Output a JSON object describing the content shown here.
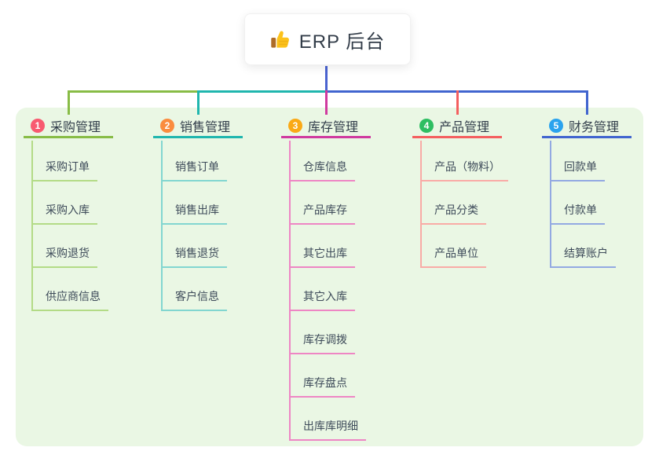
{
  "root": {
    "label": "ERP 后台",
    "icon": "thumbs-up",
    "stem_color": "#4A63D0"
  },
  "canvas": {
    "background": "#FFFFFF",
    "panel_color": "#EAF7E4"
  },
  "branches": [
    {
      "number": "1",
      "label": "采购管理",
      "badge_color": "#F85A70",
      "line_color": "#88BC46",
      "light_color": "#B3DB86",
      "children": [
        "采购订单",
        "采购入库",
        "采购退货",
        "供应商信息"
      ]
    },
    {
      "number": "2",
      "label": "销售管理",
      "badge_color": "#FA8C3E",
      "line_color": "#20B6AE",
      "light_color": "#82D6D0",
      "children": [
        "销售订单",
        "销售出库",
        "销售退货",
        "客户信息"
      ]
    },
    {
      "number": "3",
      "label": "库存管理",
      "badge_color": "#FAA916",
      "line_color": "#CF3A9F",
      "light_color": "#EE86C4",
      "children": [
        "仓库信息",
        "产品库存",
        "其它出库",
        "其它入库",
        "库存调拨",
        "库存盘点",
        "出库库明细"
      ]
    },
    {
      "number": "4",
      "label": "产品管理",
      "badge_color": "#2EBE62",
      "line_color": "#F45F5F",
      "light_color": "#F9ABA6",
      "children": [
        "产品（物料）",
        "产品分类",
        "产品单位"
      ]
    },
    {
      "number": "5",
      "label": "财务管理",
      "badge_color": "#2AA3EE",
      "line_color": "#4165CF",
      "light_color": "#93A9E2",
      "children": [
        "回款单",
        "付款单",
        "结算账户"
      ]
    }
  ]
}
